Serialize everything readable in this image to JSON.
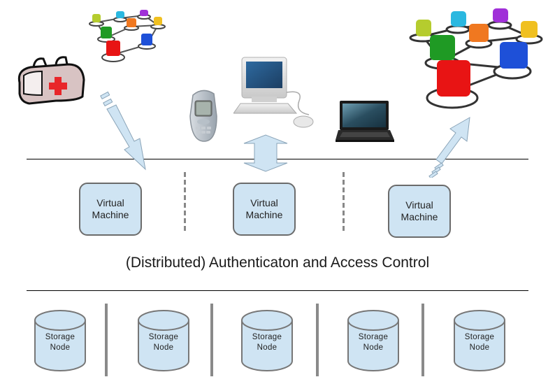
{
  "diagram": {
    "title": "(Distributed) Authenticaton and Access Control",
    "colors": {
      "box_fill": "#cfe4f3",
      "box_border": "#6b6b6b",
      "arrow_fill": "#cfe4f3",
      "arrow_stroke": "#8aa4b8",
      "divider": "#888888"
    },
    "top_layer": {
      "icons": [
        {
          "name": "medical-bag-icon"
        },
        {
          "name": "social-network-icon"
        },
        {
          "name": "mobile-phone-icon"
        },
        {
          "name": "desktop-computer-icon"
        },
        {
          "name": "laptop-icon"
        },
        {
          "name": "social-network-large-icon"
        }
      ],
      "arrows": [
        {
          "name": "arrow-down-left",
          "direction": "down"
        },
        {
          "name": "arrow-bidirectional-center",
          "direction": "both"
        },
        {
          "name": "arrow-up-right",
          "direction": "up"
        }
      ]
    },
    "virtual_machines": [
      {
        "line1": "Virtual",
        "line2": "Machine"
      },
      {
        "line1": "Virtual",
        "line2": "Machine"
      },
      {
        "line1": "Virtual",
        "line2": "Machine"
      }
    ],
    "storage_nodes": [
      {
        "line1": "Storage",
        "line2": "Node"
      },
      {
        "line1": "Storage",
        "line2": "Node"
      },
      {
        "line1": "Storage",
        "line2": "Node"
      },
      {
        "line1": "Storage",
        "line2": "Node"
      },
      {
        "line1": "Storage",
        "line2": "Node"
      }
    ]
  }
}
